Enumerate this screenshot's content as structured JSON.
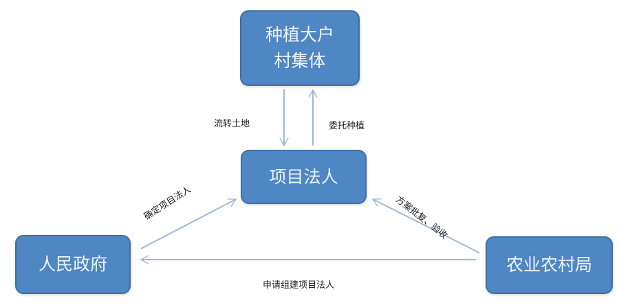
{
  "nodes": {
    "top": {
      "line1": "种植大户",
      "line2": "村集体"
    },
    "center": {
      "label": "项目法人"
    },
    "left": {
      "label": "人民政府"
    },
    "right": {
      "label": "农业农村局"
    }
  },
  "edges": {
    "top_to_center": "流转土地",
    "center_to_top": "委托种植",
    "left_to_center": "确定项目法人",
    "right_to_center": "方案批复、验收",
    "right_to_left": "申请组建项目法人"
  },
  "colors": {
    "box": "#4f86c4",
    "border": "#3f6fa6",
    "arrow": "#9db9d6"
  }
}
